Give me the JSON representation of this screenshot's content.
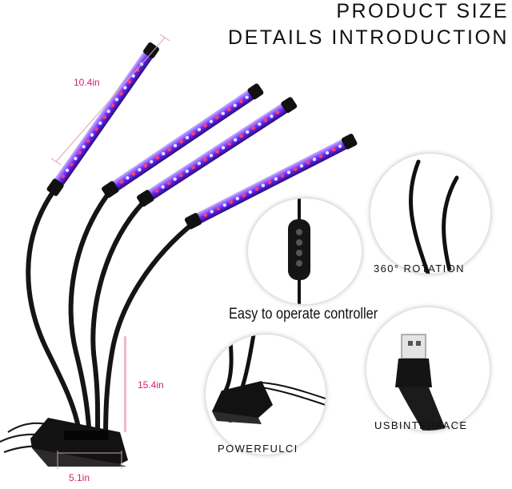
{
  "header": {
    "line1": "PRODUCT SIZE",
    "line2": "DETAILS INTRODUCTION"
  },
  "dimensions": {
    "bar_length": "10.4in",
    "gooseneck_height": "15.4in",
    "base_width": "5.1in"
  },
  "features": {
    "rotation_label": "360° ROTATION",
    "controller_caption": "Easy to operate controller",
    "usb_label": "USBINTERFACE",
    "clip_label": "POWERFULCI"
  },
  "colors": {
    "accent": "#d0216f",
    "led_purple": "#7a3cff",
    "led_red": "#ff2d6b",
    "body_black": "#111111"
  }
}
